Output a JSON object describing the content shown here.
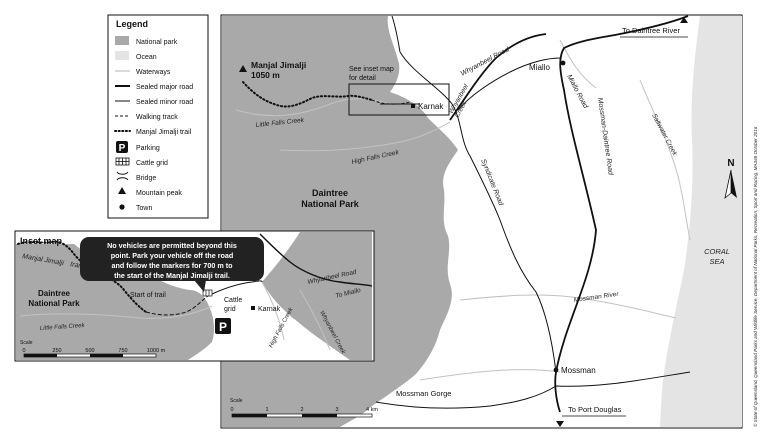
{
  "legend": {
    "title": "Legend",
    "items": [
      {
        "label": "National park",
        "symbol": "national-park"
      },
      {
        "label": "Ocean",
        "symbol": "ocean"
      },
      {
        "label": "Waterways",
        "symbol": "waterways"
      },
      {
        "label": "Sealed major road",
        "symbol": "major-road"
      },
      {
        "label": "Sealed minor road",
        "symbol": "minor-road"
      },
      {
        "label": "Walking track",
        "symbol": "walking-track"
      },
      {
        "label": "Manjal Jimalji trail",
        "symbol": "trail"
      },
      {
        "label": "Parking",
        "symbol": "parking"
      },
      {
        "label": "Cattle grid",
        "symbol": "cattle-grid"
      },
      {
        "label": "Bridge",
        "symbol": "bridge"
      },
      {
        "label": "Mountain peak",
        "symbol": "peak"
      },
      {
        "label": "Town",
        "symbol": "town"
      }
    ]
  },
  "main_map": {
    "peak_name": "Manjal Jimalji",
    "peak_height": "1050 m",
    "inset_note_line1": "See inset map",
    "inset_note_line2": "for detail",
    "towns": {
      "karnak": "Karnak",
      "miallo": "Miallo",
      "mossman": "Mossman"
    },
    "park_line1": "Daintree",
    "park_line2": "National Park",
    "roads": {
      "whyanbeel": "Whyanbeel Road",
      "whyanbeel_creek_1": "Whyanbeel",
      "whyanbeel_creek_2": "Creek",
      "miallo_road": "Miallo Road",
      "mossman_daintree": "Mossman-Daintree Road",
      "syndicate": "Syndicate Road"
    },
    "creeks": {
      "little_falls": "Little Falls Creek",
      "high_falls": "High Falls Creek",
      "saltwater": "Saltwater Creek",
      "mossman_river": "Mossman River"
    },
    "places": {
      "mossman_gorge": "Mossman Gorge"
    },
    "directions": {
      "daintree_river": "To Daintree River",
      "port_douglas": "To Port Douglas"
    },
    "sea_line1": "CORAL",
    "sea_line2": "SEA",
    "north": "N",
    "scale": {
      "title": "Scale",
      "ticks": [
        "0",
        "1",
        "2",
        "3",
        "4 km"
      ]
    }
  },
  "inset_map": {
    "title": "Inset map",
    "notice": [
      "No vehicles are permitted beyond this",
      "point. Park your vehicle off the road",
      "and follow the markers for 700 m to",
      "the start of the Manjal Jimalji trail."
    ],
    "trail_line1": "Manjal Jimalji",
    "trail_line2": "trail",
    "park_line1": "Daintree",
    "park_line2": "National Park",
    "start_of_trail": "Start of trail",
    "cattle_grid_line1": "Cattle",
    "cattle_grid_line2": "grid",
    "karnak": "Karnak",
    "whyanbeel_road": "Whyanbeel Road",
    "to_miallo": "To Miallo",
    "little_falls": "Little Falls Creek",
    "high_falls": "High Falls Creek",
    "whyanbeel_creek": "Whyanbeel Creek",
    "parking": "P",
    "scale": {
      "title": "Scale",
      "ticks": [
        "0",
        "250",
        "500",
        "750",
        "1000 m"
      ]
    }
  },
  "credit": "© State of Queensland, Queensland Parks and Wildlife Service, Department of National Parks, Recreation, Sport and Racing, MA365 October 2016",
  "colors": {
    "park": "#a9a9a9",
    "land": "#ffffff",
    "ocean": "#e4e4e4",
    "water": "#c2c2c2",
    "ink": "#111111"
  }
}
